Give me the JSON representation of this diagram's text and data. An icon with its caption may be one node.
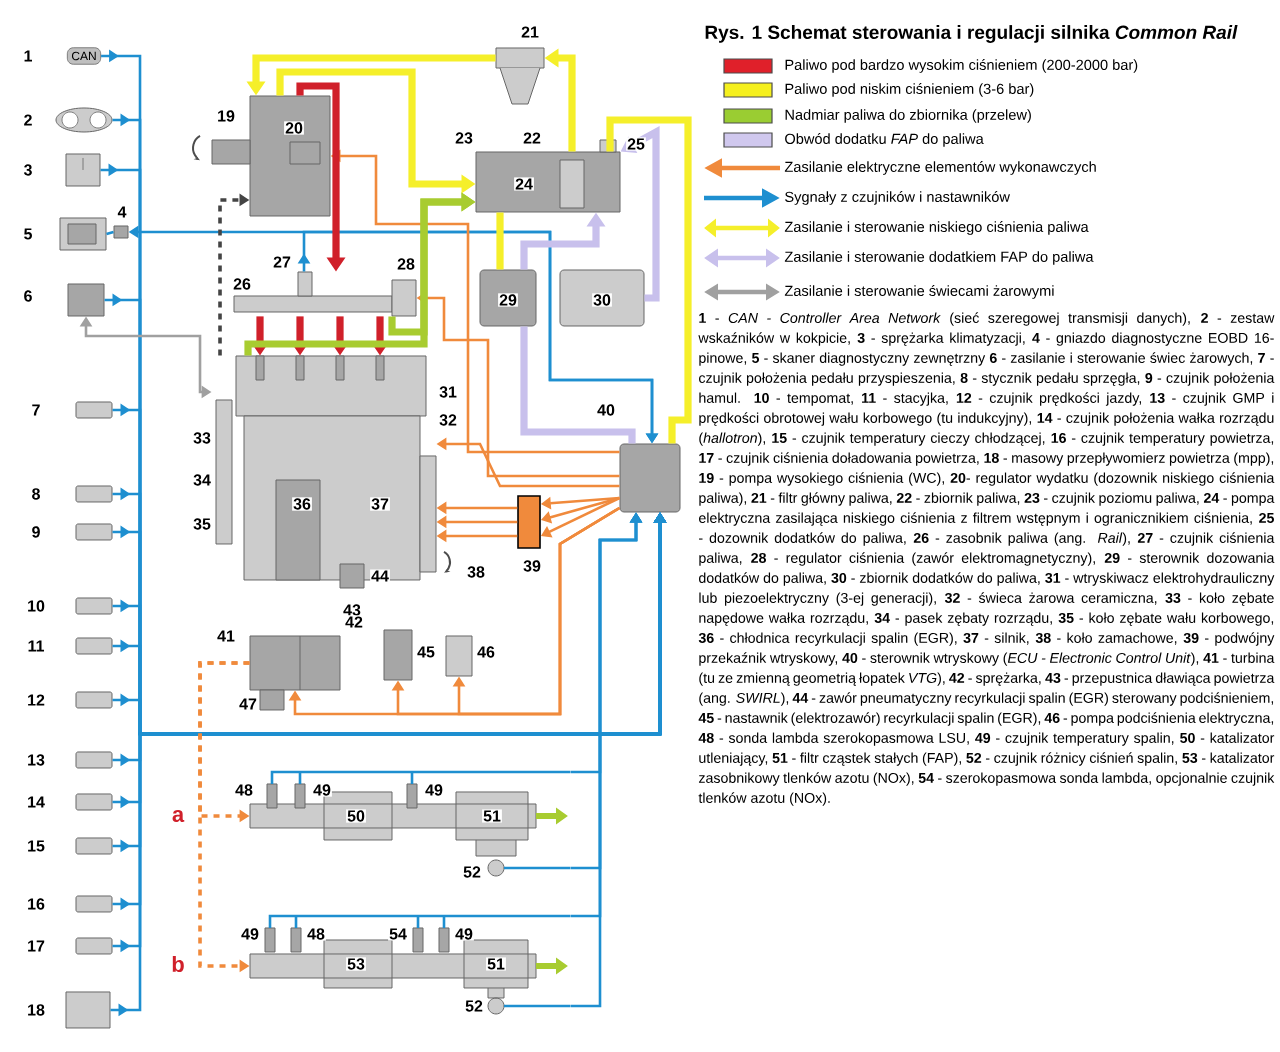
{
  "diagram": {
    "title": "Rys. 1  Schemat sterowania i regulacji silnika *Common Rail*",
    "nodes": [
      {
        "text": [
          "CAN"
        ]
      },
      {
        "text": [],
        "shape": "picture"
      },
      {
        "text": [],
        "shape": "picture"
      },
      {
        "text": [],
        "shape": "box"
      },
      {
        "text": [],
        "shape": "picture"
      },
      {
        "text": [],
        "shape": "box"
      },
      {
        "text": [],
        "shape": "box"
      },
      {
        "text": [],
        "shape": "box"
      },
      {
        "text": [],
        "shape": "box"
      },
      {
        "text": [],
        "shape": "box"
      },
      {
        "text": [],
        "shape": "box"
      },
      {
        "text": [],
        "shape": "box"
      },
      {
        "text": [],
        "shape": "box"
      },
      {
        "text": [],
        "shape": "box"
      },
      {
        "text": [],
        "shape": "box"
      },
      {
        "text": [],
        "shape": "box"
      },
      {
        "text": [],
        "shape": "box"
      },
      {
        "text": [],
        "shape": "box"
      },
      {
        "text": [],
        "shape": "picture"
      },
      {
        "text": [],
        "shape": "picture"
      },
      {
        "text": [],
        "shape": "picture"
      },
      {
        "text": [],
        "shape": "box"
      },
      {
        "text": [],
        "shape": "box"
      },
      {
        "text": [],
        "shape": "picture"
      },
      {
        "text": [],
        "shape": "picture"
      },
      {
        "text": [],
        "shape": "picture"
      },
      {
        "text": [],
        "shape": "box"
      },
      {
        "text": [],
        "shape": "box"
      },
      {
        "text": [],
        "shape": "picture"
      },
      {
        "text": [],
        "shape": "picture"
      },
      {
        "text": [],
        "shape": "box"
      },
      {
        "text": [],
        "shape": "box"
      }
    ],
    "edges": [
      {
        "from": 0,
        "to": 31,
        "arrow": "to"
      },
      {
        "from": 1,
        "to": 31,
        "arrow": "to"
      },
      {
        "from": 2,
        "to": 31,
        "arrow": "to"
      },
      {
        "from": 5,
        "to": 31,
        "arrow": "to"
      },
      {
        "from": 6,
        "to": 31,
        "arrow": "to"
      },
      {
        "from": 7,
        "to": 31,
        "arrow": "to"
      },
      {
        "from": 8,
        "to": 31,
        "arrow": "to"
      },
      {
        "from": 9,
        "to": 31,
        "arrow": "to"
      },
      {
        "from": 10,
        "to": 31,
        "arrow": "to"
      },
      {
        "from": 11,
        "to": 31,
        "arrow": "to"
      },
      {
        "from": 12,
        "to": 31,
        "arrow": "to"
      },
      {
        "from": 13,
        "to": 31,
        "arrow": "to"
      },
      {
        "from": 14,
        "to": 31,
        "arrow": "to"
      },
      {
        "from": 15,
        "to": 31,
        "arrow": "to"
      },
      {
        "from": 16,
        "to": 31,
        "arrow": "to"
      },
      {
        "from": 17,
        "to": 31,
        "arrow": "to"
      },
      {
        "from": 4,
        "to": 3,
        "arrow": "none"
      },
      {
        "from": 3,
        "to": 31,
        "arrow": "both"
      },
      {
        "from": 23,
        "to": 31,
        "arrow": "to"
      },
      {
        "from": 28,
        "to": 31,
        "arrow": "to"
      },
      {
        "from": 29,
        "to": 31,
        "arrow": "to"
      },
      {
        "from": 31,
        "to": 18,
        "arrow": "to",
        "color": "#f08a3c"
      },
      {
        "from": 31,
        "to": 23,
        "arrow": "to",
        "color": "#f08a3c"
      },
      {
        "from": 31,
        "to": 24,
        "arrow": "to",
        "color": "#f08a3c"
      },
      {
        "from": 31,
        "to": 30,
        "arrow": "to",
        "color": "#f08a3c"
      },
      {
        "from": 30,
        "to": 24,
        "arrow": "to",
        "color": "#f08a3c"
      },
      {
        "from": 31,
        "to": 25,
        "arrow": "to",
        "color": "#f08a3c"
      },
      {
        "from": 31,
        "to": 26,
        "arrow": "to",
        "color": "#f08a3c"
      },
      {
        "from": 31,
        "to": 27,
        "arrow": "to",
        "color": "#f08a3c"
      },
      {
        "from": 20,
        "to": 19,
        "arrow": "to",
        "style": "thick",
        "color": "#f5ef2a"
      },
      {
        "from": 19,
        "to": 18,
        "arrow": "to",
        "style": "thick",
        "color": "#f5ef2a"
      },
      {
        "from": 18,
        "to": 20,
        "arrow": "to",
        "style": "thick",
        "color": "#f5ef2a"
      },
      {
        "from": 18,
        "to": 23,
        "arrow": "to",
        "style": "thick",
        "color": "#d0202a"
      },
      {
        "from": 23,
        "to": 24,
        "arrow": "to",
        "style": "thick",
        "color": "#d0202a"
      },
      {
        "from": 24,
        "to": 20,
        "arrow": "to",
        "style": "thick",
        "color": "#a8cc30"
      },
      {
        "from": 23,
        "to": 20,
        "arrow": "to",
        "style": "thick",
        "color": "#a8cc30"
      },
      {
        "from": 20,
        "to": 21,
        "arrow": "none",
        "style": "thick",
        "color": "#f5ef2a"
      },
      {
        "from": 20,
        "to": 31,
        "arrow": "none",
        "style": "thick",
        "color": "#f5ef2a"
      },
      {
        "from": 22,
        "to": 20,
        "arrow": "to",
        "style": "thick",
        "color": "#c8c0ec"
      },
      {
        "from": 21,
        "to": 20,
        "arrow": "to",
        "style": "thick",
        "color": "#c8c0ec"
      },
      {
        "from": 21,
        "to": 31,
        "arrow": "none",
        "style": "thick",
        "color": "#c8c0ec"
      },
      {
        "from": 5,
        "to": 24,
        "arrow": "both",
        "color": "#a0a0a0"
      },
      {
        "from": 24,
        "to": 18,
        "arrow": "to",
        "style": "dashed",
        "color": "#444444"
      },
      {
        "from": 25,
        "to": 28,
        "arrow": "to",
        "style": "dashed",
        "color": "#f08a3c"
      },
      {
        "from": 25,
        "to": 29,
        "arrow": "to",
        "style": "dashed",
        "color": "#f08a3c"
      }
    ],
    "labels": [
      "1",
      "2",
      "3",
      "4",
      "5",
      "6",
      "7",
      "8",
      "9",
      "10",
      "11",
      "12",
      "13",
      "14",
      "15",
      "16",
      "17",
      "18",
      "21",
      "19",
      "20",
      "23",
      "22",
      "25",
      "24",
      "27",
      "26",
      "28",
      "29",
      "30",
      "31",
      "32",
      "40",
      "33",
      "34",
      "36",
      "37",
      "35",
      "44",
      "38",
      "39",
      "43",
      "41",
      "42",
      "45",
      "46",
      "47",
      "48",
      "49",
      "49",
      "50",
      "51",
      "52",
      "a",
      "49",
      "48",
      "54",
      "49",
      "53",
      "51",
      "52",
      "b",
      "**1** - *CAN - Controller Area Network* (sieć szeregowej transmisji danych), **2** - zestaw wskaźników w kokpicie, **3** - sprężarka klimatyzacji, **4** - gniazdo diagnostyczne EOBD 16-pinowe, **5** - skaner diagnostyczny zewnętrzny **6** - zasilanie i sterowanie świec żarowych, **7** - czujnik położenia pedału przyspieszenia, **8** - stycznik pedału sprzęgła, **9** - czujnik położenia hamul. **10** - tempomat, **11** - stacyjka, **12** - czujnik prędkości jazdy, **13** - czujnik GMP i prędkości obrotowej wału korbowego (tu indukcyjny), **14** - czujnik położenia wałka rozrządu (*hallotron*), **15** - czujnik temperatury cieczy chłodzącej, **16** - czujnik temperatury powietrza, **17** - czujnik ciśnienia doładowania powietrza, **18** - masowy przepływomierz powietrza (mpp), **19** - pompa wysokiego ciśnienia (WC), **20**- regulator wydatku (dozownik niskiego ciśnienia paliwa), **21** - filtr główny paliwa, **22** - zbiornik paliwa, **23** - czujnik poziomu paliwa, **24** - pompa elektryczna zasilająca niskiego ciśnienia z filtrem wstępnym i ogranicznikiem ciśnienia, **25** - dozownik dodatków do paliwa, **26** - zasobnik paliwa (ang. *Rail*), **27** - czujnik ciśnienia paliwa, **28** - regulator ciśnienia (zawór elektromagnetyczny), **29** - sterownik dozowania dodatków do paliwa, **30** - zbiornik dodatków do paliwa, **31** - wtryskiwacz elektrohydrauliczny lub piezoelektryczny (3-ej generacji), **32** - świeca żarowa ceramiczna, **33** - koło zębate napędowe wałka rozrządu, **34** - pasek zębaty rozrządu, **35** - koło zębate wału korbowego, **36** - chłodnica recyrkulacji spalin (EGR), **37** - silnik, **38** - koło zamachowe, **39** - podwójny przekaźnik wtryskowy, **40** - sterownik wtryskowy (*ECU - Electronic Control Unit*), **41** - turbina (tu ze zmienną geometrią łopatek *VTG*), **42** - sprężarka, **43** - przepustnica dławiąca powietrza (ang. *SWIRL*), **44** - zawór pneumatyczny recyrkulacji spalin (EGR) sterowany podciśnieniem, **45** - nastawnik (elektrozawór) recyrkulacji spalin (EGR), **46** - pompa podciśnienia elektryczna, **48** - sonda lambda szerokopasmowa LSU, **49** - czujnik temperatury spalin, **50** - katalizator utleniający, **51** - filtr cząstek stałych (FAP), **52** - czujnik różnicy ciśnień spalin, **53** - katalizator zasobnikowy tlenków azotu (NOx), **54** - szerokopasmowa sonda lambda, opcjonalnie czujnik tlenków azotu (NOx)."
    ],
    "legend": [
      {
        "text": "Paliwo pod bardzo wysokim ciśnieniem (200-2000 bar)",
        "color": "#e0202a"
      },
      {
        "text": "Paliwo pod niskim ciśnieniem (3-6 bar)",
        "color": "#f5f01e"
      },
      {
        "text": "Nadmiar paliwa do zbiornika (przelew)",
        "color": "#9acd32"
      },
      {
        "text": "Obwód dodatku *FAP* do paliwa",
        "color": "#d0c8ee"
      },
      {
        "text": "Zasilanie elektryczne elementów wykonawczych"
      },
      {
        "text": "Sygnały z czujników i nastawników"
      },
      {
        "text": "Zasilanie i sterowanie niskiego ciśnienia paliwa"
      },
      {
        "text": "Zasilanie i sterowanie dodatkiem FAP do paliwa"
      },
      {
        "text": "Zasilanie i sterowanie świecami żarowymi"
      }
    ]
  }
}
